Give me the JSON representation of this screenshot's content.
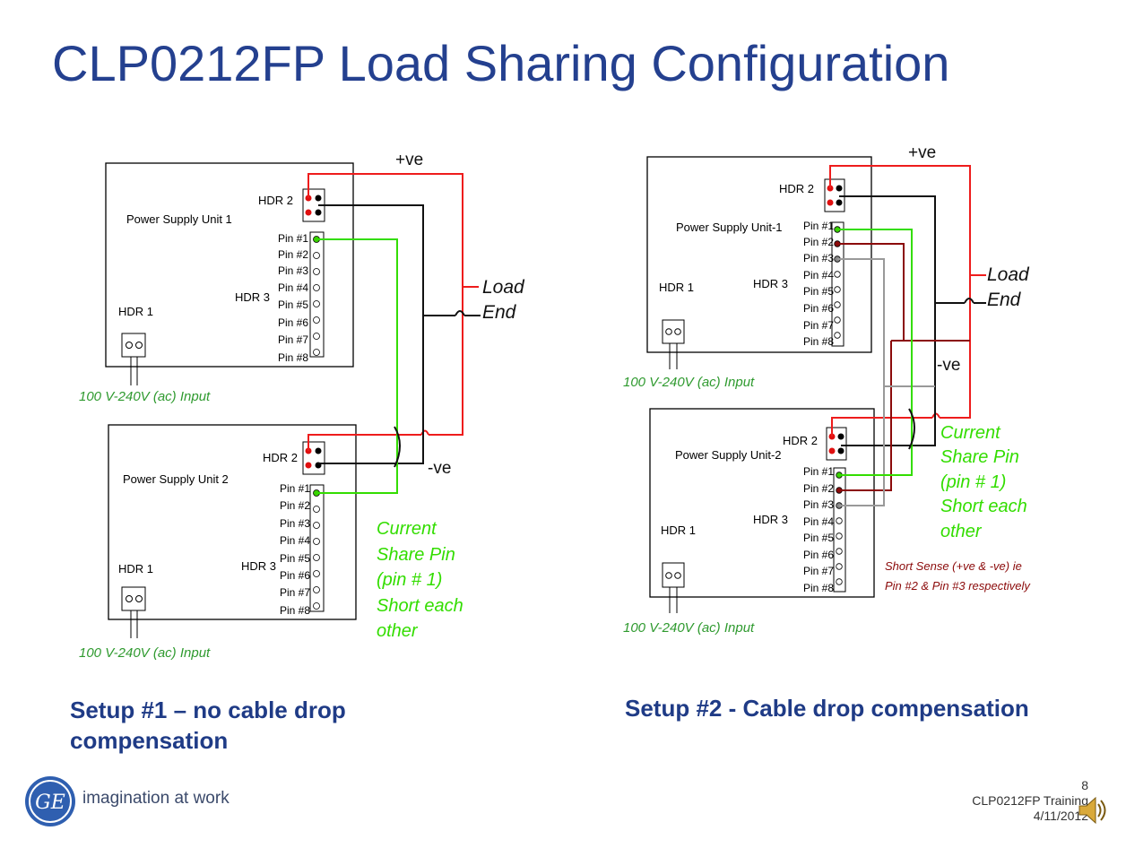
{
  "title": "CLP0212FP Load Sharing Configuration",
  "setup1": {
    "caption_line1": "Setup #1 – no cable drop",
    "caption_line2": "compensation",
    "psu1_label": "Power Supply Unit 1",
    "psu2_label": "Power Supply Unit 2",
    "hdr1": "HDR 1",
    "hdr2": "HDR 2",
    "hdr3": "HDR 3",
    "pins": [
      "Pin #1",
      "Pin #2",
      "Pin #3",
      "Pin #4",
      "Pin #5",
      "Pin #6",
      "Pin #7",
      "Pin #8"
    ],
    "pos": "+ve",
    "neg": "-ve",
    "load1": "Load",
    "load2": "End",
    "input": "100 V-240V (ac) Input",
    "note": [
      "Current",
      "Share Pin",
      "(pin # 1)",
      "Short each",
      "other"
    ]
  },
  "setup2": {
    "caption": "Setup #2 - Cable drop  compensation",
    "psu1_label": "Power Supply Unit-1",
    "psu2_label": "Power Supply Unit-2",
    "hdr1": "HDR 1",
    "hdr2": "HDR 2",
    "hdr3": "HDR 3",
    "pins": [
      "Pin #1",
      "Pin #2",
      "Pin #3",
      "Pin #4",
      "Pin #5",
      "Pin #6",
      "Pin #7",
      "Pin #8"
    ],
    "pos": "+ve",
    "neg": "-ve",
    "load1": "Load",
    "load2": "End",
    "input": "100 V-240V (ac) Input",
    "note": [
      "Current",
      "Share Pin",
      "(pin # 1)",
      "Short each",
      "other"
    ],
    "sense_note": [
      "Short Sense (+ve & -ve) ie",
      "Pin #2 & Pin #3 respectively"
    ]
  },
  "footer": {
    "tagline": "imagination at work",
    "logo_text": "GE",
    "page_number": "8",
    "file_name": "CLP0212FP Training",
    "date": "4/11/2012"
  },
  "colors": {
    "title": "#24408f",
    "positive_wire": "#ee1c1c",
    "negative_wire": "#111111",
    "share_wire": "#33dd00",
    "sense_pos_wire": "#8b0a0a",
    "sense_neg_wire": "#999999"
  }
}
